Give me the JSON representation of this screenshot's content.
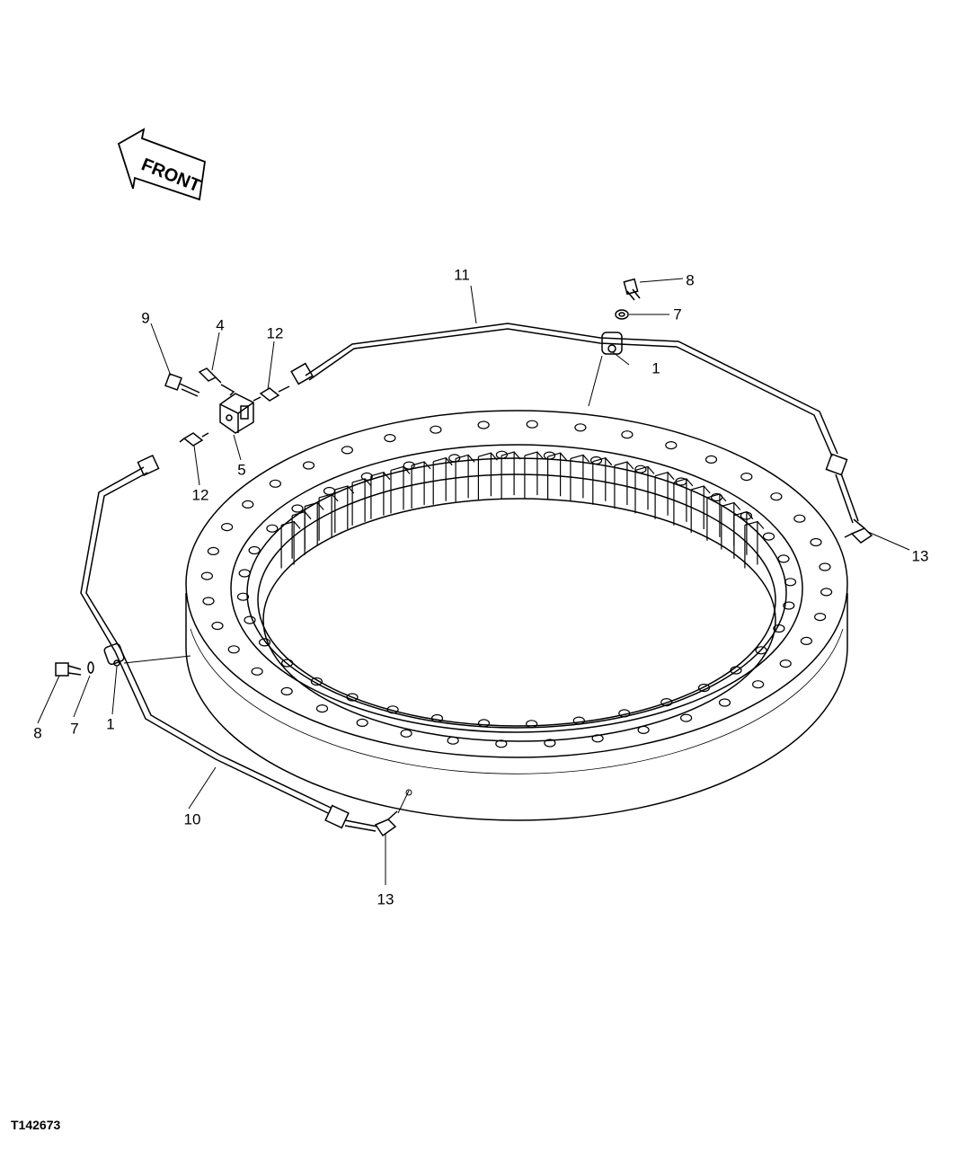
{
  "front_arrow": {
    "label": "FRONT"
  },
  "callouts": {
    "c1_top": "1",
    "c1_left": "1",
    "c4": "4",
    "c5": "5",
    "c7_top": "7",
    "c7_left": "7",
    "c8_top": "8",
    "c8_left": "8",
    "c9": "9",
    "c10": "10",
    "c11": "11",
    "c12_top": "12",
    "c12_bottom": "12",
    "c13_right": "13",
    "c13_bottom": "13"
  },
  "figure_id": "T142673",
  "colors": {
    "line": "#000000",
    "background": "#ffffff"
  }
}
